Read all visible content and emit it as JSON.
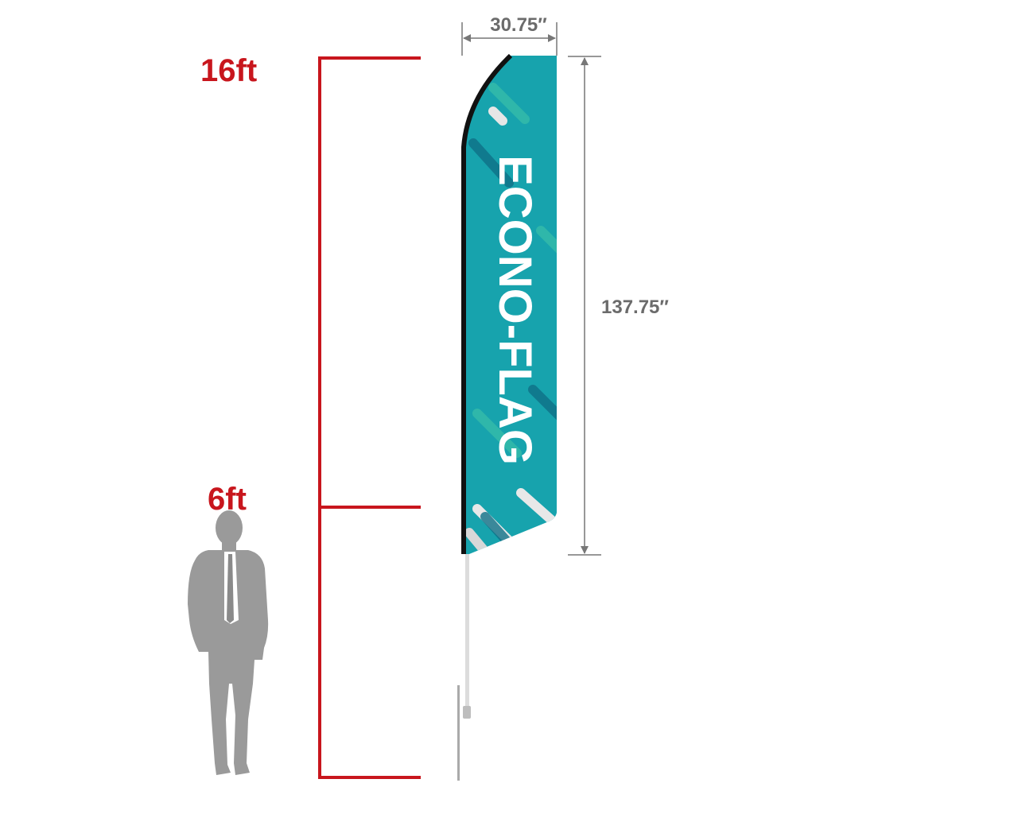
{
  "scale": {
    "top_label": "16ft",
    "middle_label": "6ft",
    "color": "#c8161d"
  },
  "dimensions": {
    "width_label": "30.75″",
    "height_label": "137.75″",
    "color": "#6b6b6b"
  },
  "flag": {
    "text": "ECONO-FLAG",
    "color": "#17a3ad"
  }
}
